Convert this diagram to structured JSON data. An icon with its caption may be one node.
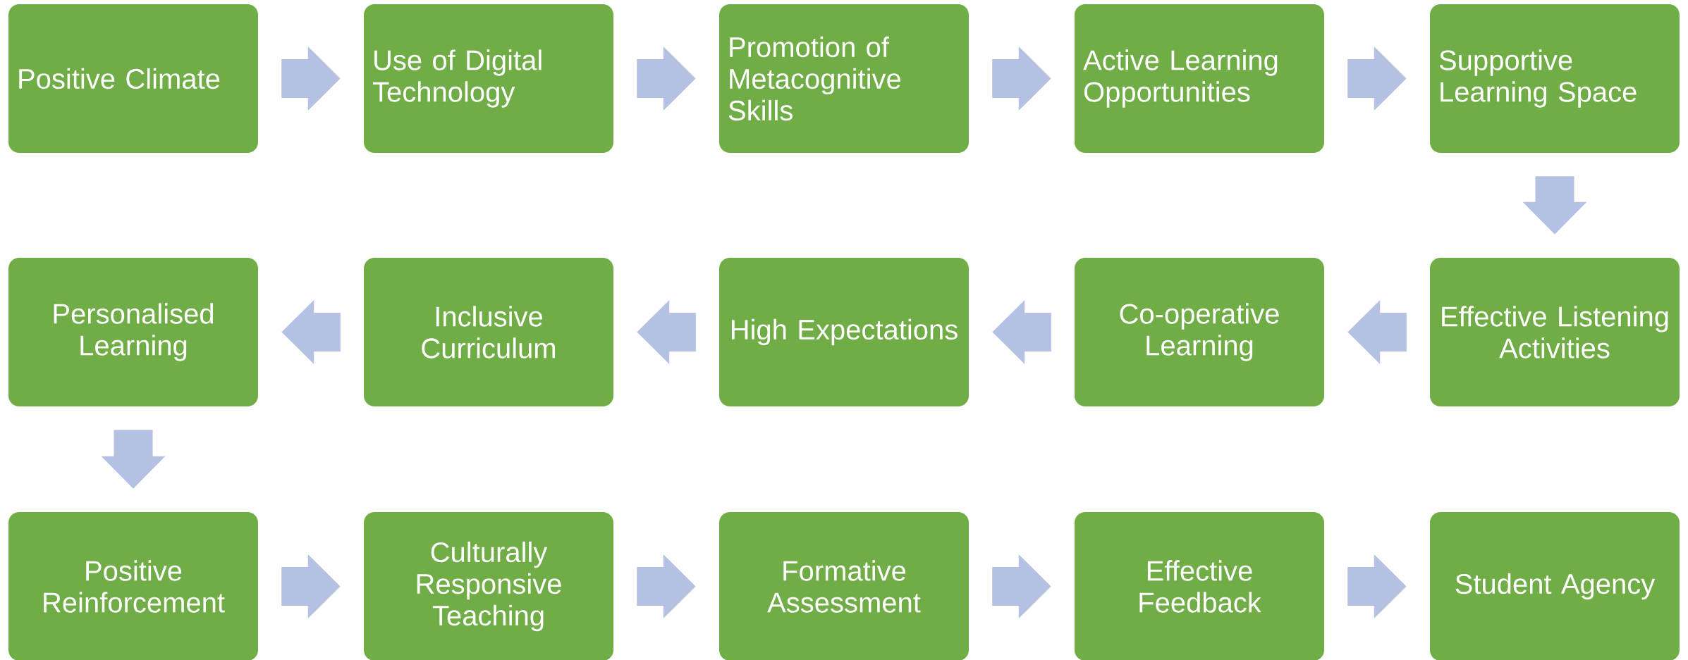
{
  "diagram": {
    "nodes": [
      {
        "text": [
          "Positive Climate"
        ]
      },
      {
        "text": [
          "Use of Digital Technology"
        ]
      },
      {
        "text": [
          "Promotion of Metacognitive Skills"
        ]
      },
      {
        "text": [
          "Active Learning Opportunities"
        ]
      },
      {
        "text": [
          "Supportive Learning Space"
        ]
      },
      {
        "text": [
          "Effective Listening Activities"
        ]
      },
      {
        "text": [
          "Co-operative Learning"
        ]
      },
      {
        "text": [
          "High Expectations"
        ]
      },
      {
        "text": [
          "Inclusive Curriculum"
        ]
      },
      {
        "text": [
          "Personalised Learning"
        ]
      },
      {
        "text": [
          "Positive Reinforcement"
        ]
      },
      {
        "text": [
          "Culturally Responsive Teaching"
        ]
      },
      {
        "text": [
          "Formative Assessment"
        ]
      },
      {
        "text": [
          "Effective Feedback"
        ]
      },
      {
        "text": [
          "Student Agency"
        ]
      }
    ],
    "edges": [
      {
        "from": 0,
        "to": 1,
        "arrow": "to"
      },
      {
        "from": 1,
        "to": 2,
        "arrow": "to"
      },
      {
        "from": 2,
        "to": 3,
        "arrow": "to"
      },
      {
        "from": 3,
        "to": 4,
        "arrow": "to"
      },
      {
        "from": 4,
        "to": 5,
        "arrow": "to"
      },
      {
        "from": 5,
        "to": 6,
        "arrow": "to"
      },
      {
        "from": 6,
        "to": 7,
        "arrow": "to"
      },
      {
        "from": 7,
        "to": 8,
        "arrow": "to"
      },
      {
        "from": 8,
        "to": 9,
        "arrow": "to"
      },
      {
        "from": 9,
        "to": 10,
        "arrow": "to"
      },
      {
        "from": 10,
        "to": 11,
        "arrow": "to"
      },
      {
        "from": 11,
        "to": 12,
        "arrow": "to"
      },
      {
        "from": 12,
        "to": 13,
        "arrow": "to"
      },
      {
        "from": 13,
        "to": 14,
        "arrow": "to"
      }
    ]
  }
}
